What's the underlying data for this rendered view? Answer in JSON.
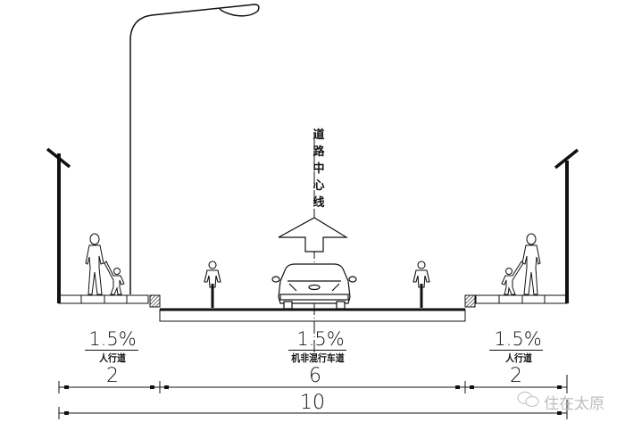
{
  "diagram": {
    "type": "road-cross-section",
    "centerline_label": [
      "道",
      "路",
      "中",
      "心",
      "线"
    ],
    "zones": [
      {
        "id": "left-sidewalk",
        "label": "人行道",
        "slope": "1.5%",
        "width": "2"
      },
      {
        "id": "mixed-lane",
        "label": "机非混行车道",
        "slope": "1.5%",
        "width": "6"
      },
      {
        "id": "right-sidewalk",
        "label": "人行道",
        "slope": "1.5%",
        "width": "2"
      }
    ],
    "total_width": "10",
    "elements": [
      "street-lamp",
      "left-sign-pole",
      "right-sign-pole",
      "pedestrian-adult-child-left",
      "pedestrian-adult-child-right",
      "cyclist-left",
      "cyclist-right",
      "car-rear-view",
      "up-arrow",
      "curb-left",
      "curb-right"
    ]
  },
  "watermark": {
    "text": "住在太原",
    "icon": "wechat-icon"
  },
  "colors": {
    "line": "#111111",
    "background": "#ffffff",
    "watermark": "#bdbdbd"
  }
}
